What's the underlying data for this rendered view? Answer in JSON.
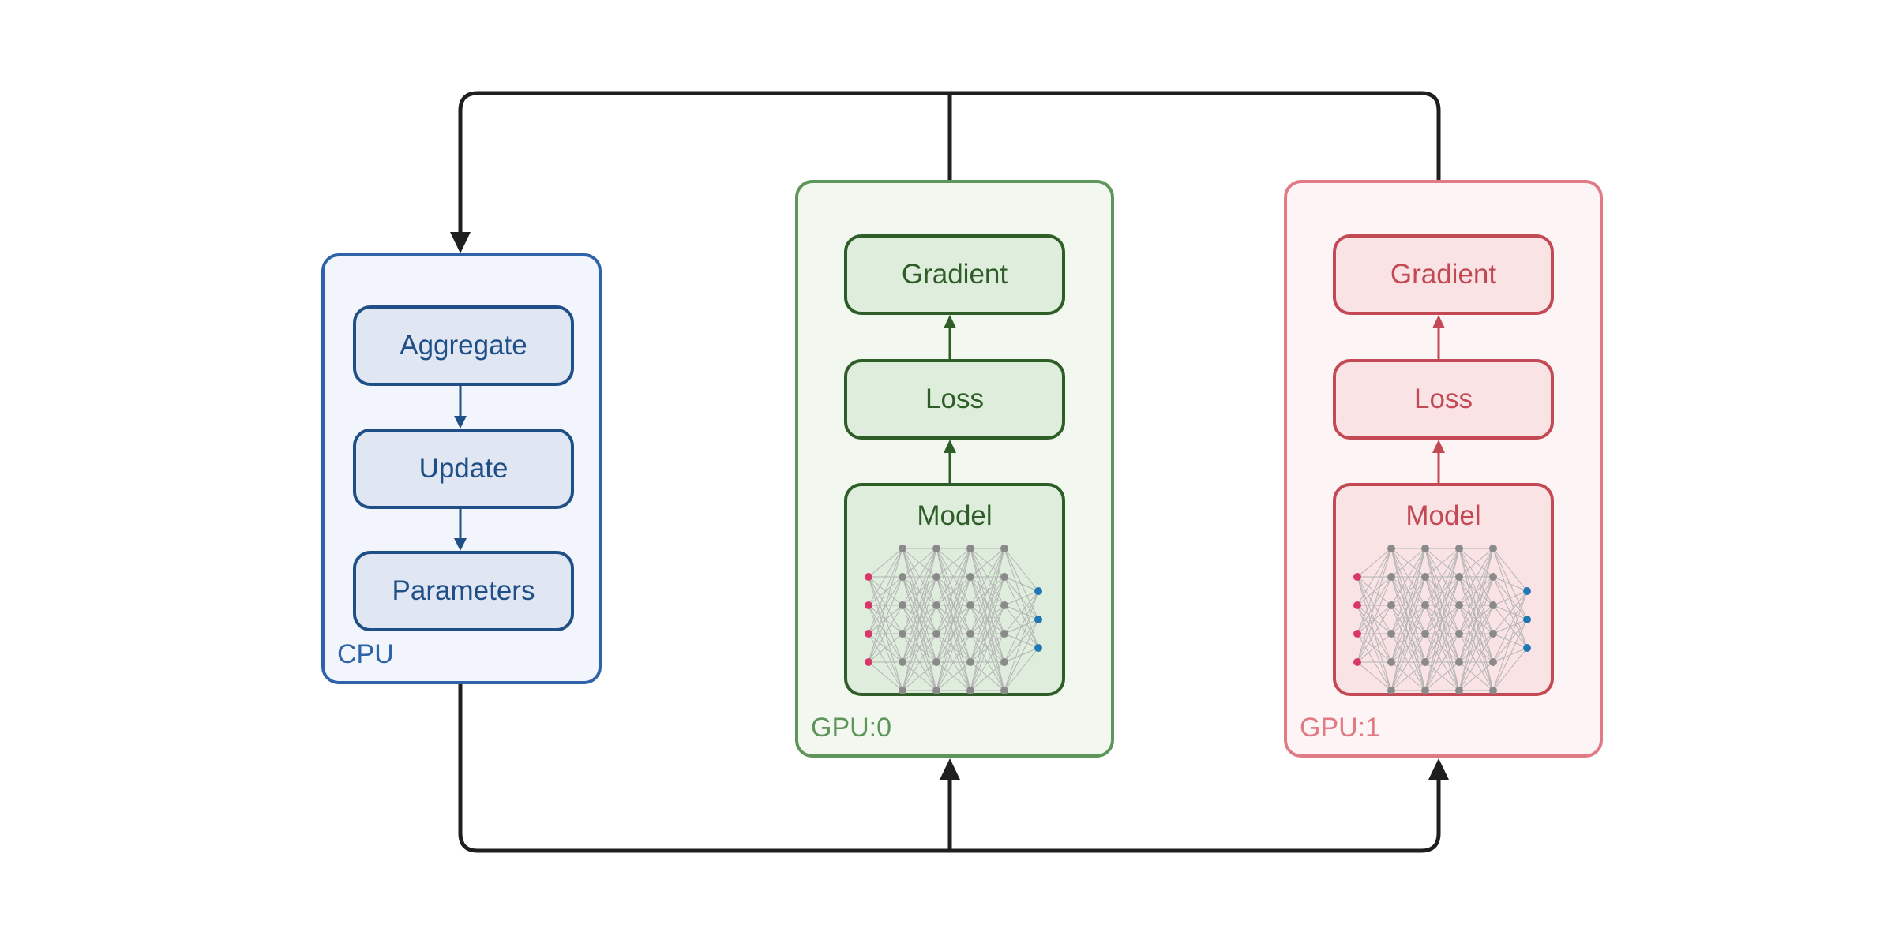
{
  "cpu": {
    "label": "CPU",
    "aggregate": "Aggregate",
    "update": "Update",
    "parameters": "Parameters"
  },
  "gpu0": {
    "label": "GPU:0",
    "gradient": "Gradient",
    "loss": "Loss",
    "model": "Model"
  },
  "gpu1": {
    "label": "GPU:1",
    "gradient": "Gradient",
    "loss": "Loss",
    "model": "Model"
  },
  "colors": {
    "cpu": "#2e63a9",
    "gpu0": "#5e955a",
    "gpu1": "#e07b85",
    "connector": "#1f1f1f",
    "nn_input": "#d9366b",
    "nn_hidden": "#8a8a8a",
    "nn_output": "#1f77b4"
  },
  "neural_net": {
    "layer_sizes": [
      4,
      6,
      6,
      6,
      6,
      3
    ]
  }
}
